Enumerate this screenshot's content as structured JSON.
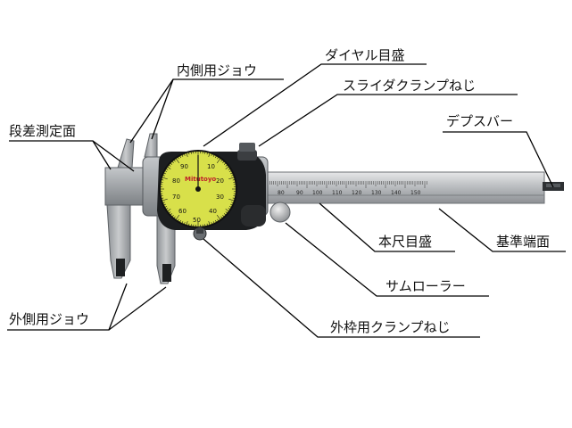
{
  "labels": {
    "inside_jaw": "内側用ジョウ",
    "dial_scale": "ダイヤル目盛",
    "slider_clamp_screw": "スライダクランプねじ",
    "depth_bar": "デプスバー",
    "step_face": "段差測定面",
    "main_scale": "本尺目盛",
    "reference_end_face": "基準端面",
    "thumb_roller": "サムローラー",
    "outside_jaw": "外側用ジョウ",
    "frame_clamp_screw": "外枠用クランプねじ"
  },
  "dial": {
    "brand": "Mitutoyo",
    "numbers": [
      "90",
      "10",
      "80",
      "20",
      "70",
      "30",
      "60",
      "40",
      "50"
    ],
    "face_color": "#d8e04a"
  },
  "scale_numbers": [
    "80",
    "90",
    "100",
    "110",
    "120",
    "130",
    "140",
    "150"
  ],
  "colors": {
    "body": "#a9acb0",
    "body_dark": "#5e6266",
    "dial_housing": "#1c1e20",
    "leader": "#000000"
  }
}
